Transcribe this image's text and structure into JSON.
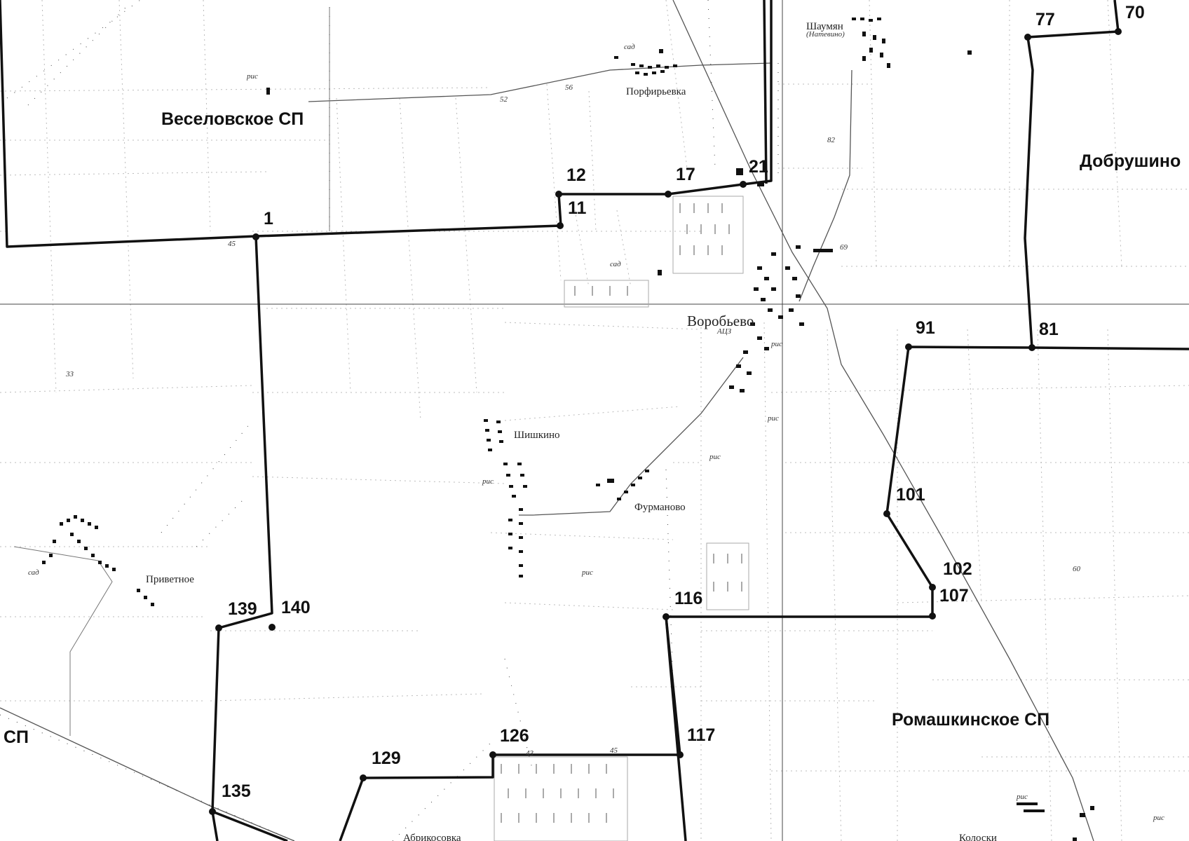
{
  "regions": [
    {
      "id": "veselovskoe",
      "label": "Веселовское СП"
    },
    {
      "id": "dobrushino",
      "label": "Добрушино"
    },
    {
      "id": "romashkinskoe",
      "label": "Ромашкинское СП"
    },
    {
      "id": "sp-left",
      "label": "СП"
    }
  ],
  "settlements": [
    {
      "id": "shaumyan",
      "label": "Шаумян"
    },
    {
      "id": "shaumyan-sub",
      "label": "(Натевино)"
    },
    {
      "id": "porfirevka",
      "label": "Порфирьевка"
    },
    {
      "id": "vorobevo",
      "label": "Воробьево"
    },
    {
      "id": "vorobevo-sub",
      "label": "АЦЗ"
    },
    {
      "id": "shishkino",
      "label": "Шишкино"
    },
    {
      "id": "furmanovo",
      "label": "Фурманово"
    },
    {
      "id": "privetnoe",
      "label": "Приветное"
    },
    {
      "id": "abrikosovka",
      "label": "Абрикосовка"
    },
    {
      "id": "koloski",
      "label": "Колоски"
    }
  ],
  "boundary_points": [
    {
      "id": "p1",
      "label": "1"
    },
    {
      "id": "p11",
      "label": "11"
    },
    {
      "id": "p12",
      "label": "12"
    },
    {
      "id": "p17",
      "label": "17"
    },
    {
      "id": "p21",
      "label": "21"
    },
    {
      "id": "p70",
      "label": "70"
    },
    {
      "id": "p77",
      "label": "77"
    },
    {
      "id": "p81",
      "label": "81"
    },
    {
      "id": "p91",
      "label": "91"
    },
    {
      "id": "p101",
      "label": "101"
    },
    {
      "id": "p102",
      "label": "102"
    },
    {
      "id": "p107",
      "label": "107"
    },
    {
      "id": "p116",
      "label": "116"
    },
    {
      "id": "p117",
      "label": "117"
    },
    {
      "id": "p126",
      "label": "126"
    },
    {
      "id": "p129",
      "label": "129"
    },
    {
      "id": "p135",
      "label": "135"
    },
    {
      "id": "p139",
      "label": "139"
    },
    {
      "id": "p140",
      "label": "140"
    }
  ],
  "elevations": [
    {
      "id": "e45a",
      "label": "45"
    },
    {
      "id": "e52",
      "label": "52"
    },
    {
      "id": "e56",
      "label": "56"
    },
    {
      "id": "e82",
      "label": "82"
    },
    {
      "id": "e69",
      "label": "69"
    },
    {
      "id": "e33",
      "label": "33"
    },
    {
      "id": "e43",
      "label": "43"
    },
    {
      "id": "e45b",
      "label": "45"
    },
    {
      "id": "e60",
      "label": "60"
    }
  ],
  "land_use": [
    {
      "id": "lu1",
      "label": "рис"
    },
    {
      "id": "lu2",
      "label": "рис"
    },
    {
      "id": "lu3",
      "label": "рис"
    },
    {
      "id": "lu4",
      "label": "рис"
    },
    {
      "id": "lu5",
      "label": "рис"
    },
    {
      "id": "lu6",
      "label": "рис"
    },
    {
      "id": "lu7",
      "label": "рис"
    },
    {
      "id": "lu8",
      "label": "рис"
    },
    {
      "id": "lu9",
      "label": "сад"
    },
    {
      "id": "lu10",
      "label": "сад"
    },
    {
      "id": "lu11",
      "label": "сад"
    }
  ]
}
